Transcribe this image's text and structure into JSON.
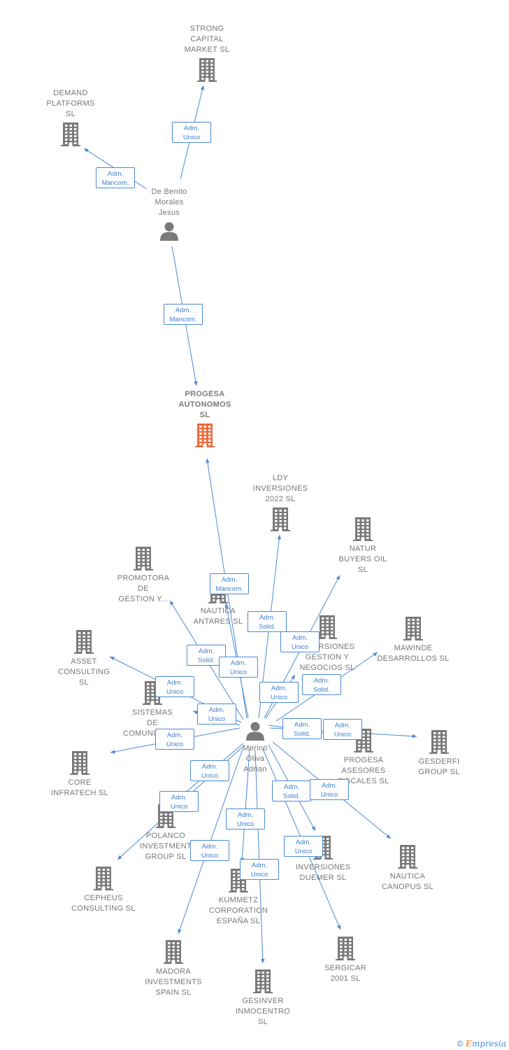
{
  "diagram": {
    "nodes": [
      {
        "id": "strong",
        "label": "STRONG\nCAPITAL\nMARKET  SL",
        "type": "company"
      },
      {
        "id": "demand",
        "label": "DEMAND\nPLATFORMS\nSL",
        "type": "company"
      },
      {
        "id": "debenito",
        "label": "De Benito\nMorales\nJesus",
        "type": "person"
      },
      {
        "id": "progesa",
        "label": "PROGESA\nAUTONOMOS\nSL",
        "type": "company",
        "highlight": true
      },
      {
        "id": "ldy",
        "label": "LDY\nINVERSIONES\n2022  SL",
        "type": "company"
      },
      {
        "id": "natur",
        "label": "NATUR\nBUYERS OIL\nSL",
        "type": "company"
      },
      {
        "id": "promotora",
        "label": "PROMOTORA\nDE\nGESTION Y...",
        "type": "company"
      },
      {
        "id": "nautica_antares",
        "label": "NAUTICA\nANTARES  SL",
        "type": "company"
      },
      {
        "id": "inv_gestion",
        "label": "INVERSIONES\nGESTION Y\nNEGOCIOS  SL",
        "type": "company"
      },
      {
        "id": "mawinde",
        "label": "MAWINDE\nDESARROLLOS SL",
        "type": "company"
      },
      {
        "id": "asset",
        "label": "ASSET\nCONSULTING\nSL",
        "type": "company"
      },
      {
        "id": "sistemas",
        "label": "SISTEMAS\nDE\nCOMUNICACI...",
        "type": "company"
      },
      {
        "id": "merino",
        "label": "Merino\nOliva\nAdrian",
        "type": "person"
      },
      {
        "id": "progesa_asesores",
        "label": "PROGESA\nASESORES\nFISCALES  SL",
        "type": "company"
      },
      {
        "id": "gesderfi",
        "label": "GESDERFI\nGROUP  SL",
        "type": "company"
      },
      {
        "id": "core",
        "label": "CORE\nINFRATECH  SL",
        "type": "company"
      },
      {
        "id": "polanco",
        "label": "POLANCO\nINVESTMENT\nGROUP  SL",
        "type": "company"
      },
      {
        "id": "inv_duemer",
        "label": "INVERSIONES\nDUEMER  SL",
        "type": "company"
      },
      {
        "id": "nautica_canopus",
        "label": "NAUTICA\nCANOPUS  SL",
        "type": "company"
      },
      {
        "id": "cepheus",
        "label": "CEPHEUS\nCONSULTING SL",
        "type": "company"
      },
      {
        "id": "kummetz",
        "label": "KUMMETZ\nCORPORATION\nESPAÑA SL",
        "type": "company"
      },
      {
        "id": "sergicar",
        "label": "SERGICAR\n2001  SL",
        "type": "company"
      },
      {
        "id": "madora",
        "label": "MADORA\nINVESTMENTS\nSPAIN  SL",
        "type": "company"
      },
      {
        "id": "gesinver",
        "label": "GESINVER\nINMOCENTRO\nSL",
        "type": "company"
      }
    ],
    "edges": [
      {
        "from": "debenito",
        "to": "strong",
        "label": "Adm.\nUnico"
      },
      {
        "from": "debenito",
        "to": "demand",
        "label": "Adm.\nMancom."
      },
      {
        "from": "debenito",
        "to": "progesa",
        "label": "Adm.\nMancom."
      },
      {
        "from": "merino",
        "to": "progesa",
        "label": "Adm.\nMancom."
      },
      {
        "from": "merino",
        "to": "ldy",
        "label": "Adm.\nSolid."
      },
      {
        "from": "merino",
        "to": "natur",
        "label": "Adm.\nUnico"
      },
      {
        "from": "merino",
        "to": "promotora",
        "label": "Adm.\nSolid."
      },
      {
        "from": "merino",
        "to": "nautica_antares",
        "label": "Adm.\nUnico"
      },
      {
        "from": "merino",
        "to": "inv_gestion",
        "label": "Adm.\nUnico"
      },
      {
        "from": "merino",
        "to": "mawinde",
        "label": "Adm.\nSolid."
      },
      {
        "from": "merino",
        "to": "asset",
        "label": "Adm.\nUnico"
      },
      {
        "from": "merino",
        "to": "sistemas",
        "label": "Adm.\nUnico"
      },
      {
        "from": "merino",
        "to": "core",
        "label": "Adm.\nUnico"
      },
      {
        "from": "merino",
        "to": "progesa_asesores",
        "label": "Adm.\nSolid."
      },
      {
        "from": "merino",
        "to": "gesderfi",
        "label": "Adm.\nUnico"
      },
      {
        "from": "merino",
        "to": "polanco",
        "label": "Adm.\nUnico"
      },
      {
        "from": "merino",
        "to": "cepheus",
        "label": "Adm.\nUnico"
      },
      {
        "from": "merino",
        "to": "inv_duemer",
        "label": "Adm.\nSolid."
      },
      {
        "from": "merino",
        "to": "nautica_canopus",
        "label": "Adm.\nUnico"
      },
      {
        "from": "merino",
        "to": "kummetz",
        "label": "Adm.\nUnico"
      },
      {
        "from": "merino",
        "to": "sergicar",
        "label": "Adm.\nUnico"
      },
      {
        "from": "merino",
        "to": "madora",
        "label": "Adm.\nUnico"
      },
      {
        "from": "merino",
        "to": "gesinver",
        "label": "Adm.\nUnico"
      }
    ]
  },
  "colors": {
    "edge": "#4a8ad6",
    "icon": "#7a7a7a",
    "highlight": "#f26a3d"
  },
  "footer": {
    "copyright": "©",
    "brand_e": "E",
    "brand_rest": "mpresia"
  }
}
